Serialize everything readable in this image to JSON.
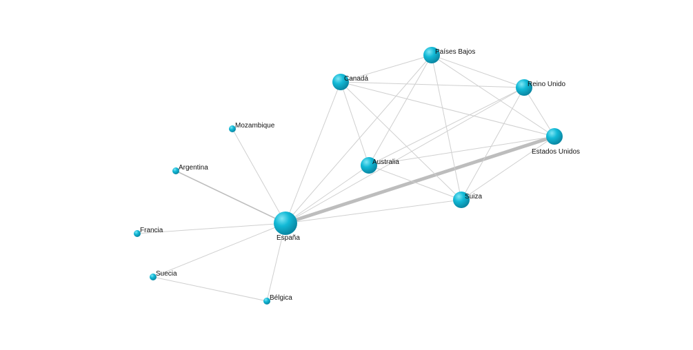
{
  "graph": {
    "nodes": [
      {
        "id": "espana",
        "label": "España",
        "size": "large"
      },
      {
        "id": "estados_unidos",
        "label": "Estados Unidos",
        "size": "medium"
      },
      {
        "id": "paises_bajos",
        "label": "Países Bajos",
        "size": "medium"
      },
      {
        "id": "canada",
        "label": "Canadá",
        "size": "medium"
      },
      {
        "id": "reino_unido",
        "label": "Reino Unido",
        "size": "medium"
      },
      {
        "id": "australia",
        "label": "Australia",
        "size": "medium"
      },
      {
        "id": "suiza",
        "label": "Suiza",
        "size": "medium"
      },
      {
        "id": "mozambique",
        "label": "Mozambique",
        "size": "small"
      },
      {
        "id": "argentina",
        "label": "Argentina",
        "size": "small"
      },
      {
        "id": "francia",
        "label": "Francia",
        "size": "small"
      },
      {
        "id": "suecia",
        "label": "Suecia",
        "size": "small"
      },
      {
        "id": "belgica",
        "label": "Bélgica",
        "size": "small"
      }
    ],
    "edges": [
      {
        "source": "espana",
        "target": "estados_unidos",
        "weight": "heavy"
      },
      {
        "source": "espana",
        "target": "argentina",
        "weight": "medium"
      },
      {
        "source": "espana",
        "target": "mozambique",
        "weight": "light"
      },
      {
        "source": "espana",
        "target": "francia",
        "weight": "light"
      },
      {
        "source": "espana",
        "target": "suecia",
        "weight": "light"
      },
      {
        "source": "espana",
        "target": "belgica",
        "weight": "light"
      },
      {
        "source": "espana",
        "target": "canada",
        "weight": "light"
      },
      {
        "source": "espana",
        "target": "paises_bajos",
        "weight": "light"
      },
      {
        "source": "espana",
        "target": "reino_unido",
        "weight": "light"
      },
      {
        "source": "espana",
        "target": "australia",
        "weight": "light"
      },
      {
        "source": "espana",
        "target": "suiza",
        "weight": "light"
      },
      {
        "source": "suecia",
        "target": "belgica",
        "weight": "light"
      },
      {
        "source": "canada",
        "target": "paises_bajos",
        "weight": "light"
      },
      {
        "source": "canada",
        "target": "reino_unido",
        "weight": "light"
      },
      {
        "source": "canada",
        "target": "estados_unidos",
        "weight": "light"
      },
      {
        "source": "canada",
        "target": "australia",
        "weight": "light"
      },
      {
        "source": "canada",
        "target": "suiza",
        "weight": "light"
      },
      {
        "source": "paises_bajos",
        "target": "reino_unido",
        "weight": "light"
      },
      {
        "source": "paises_bajos",
        "target": "estados_unidos",
        "weight": "light"
      },
      {
        "source": "paises_bajos",
        "target": "australia",
        "weight": "light"
      },
      {
        "source": "paises_bajos",
        "target": "suiza",
        "weight": "light"
      },
      {
        "source": "reino_unido",
        "target": "estados_unidos",
        "weight": "light"
      },
      {
        "source": "reino_unido",
        "target": "australia",
        "weight": "light"
      },
      {
        "source": "reino_unido",
        "target": "suiza",
        "weight": "light"
      },
      {
        "source": "australia",
        "target": "estados_unidos",
        "weight": "light"
      },
      {
        "source": "australia",
        "target": "suiza",
        "weight": "light"
      },
      {
        "source": "suiza",
        "target": "estados_unidos",
        "weight": "light"
      }
    ]
  },
  "colors": {
    "background": "#ffffff",
    "node_fill": "#12b9d6",
    "node_highlight": "#7fe6f5",
    "node_shadow": "#0a87a3",
    "edge": "#cfcfcf",
    "edge_heavy": "#bdbdbd",
    "label": "#111111"
  }
}
